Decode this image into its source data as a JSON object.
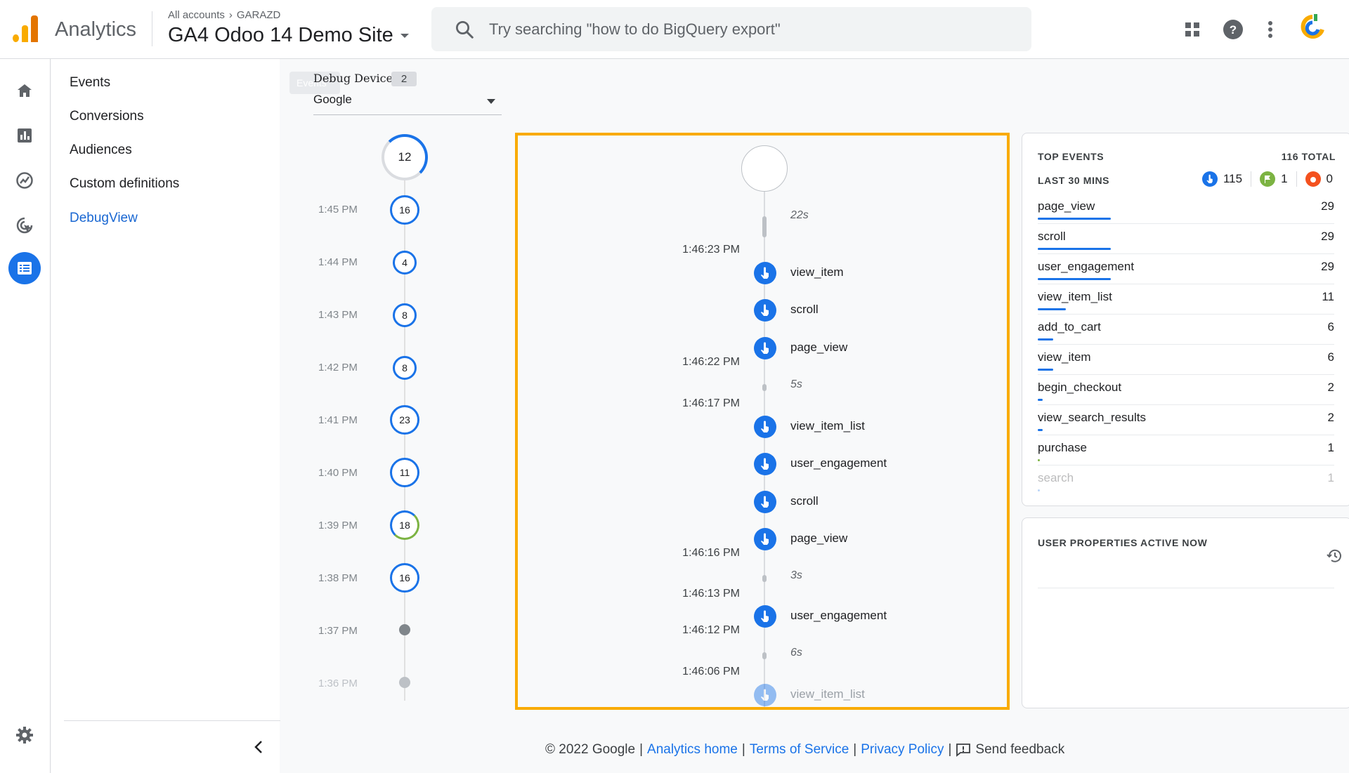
{
  "header": {
    "app_name": "Analytics",
    "breadcrumb_root": "All accounts",
    "breadcrumb_account": "GARAZD",
    "property_name": "GA4 Odoo 14 Demo Site",
    "search_placeholder": "Try searching \"how to do BigQuery export\"",
    "icons": [
      "apps-grid-icon",
      "help-icon",
      "more-vert-icon",
      "account-avatar"
    ]
  },
  "rail": {
    "items": [
      "home-icon",
      "reports-icon",
      "explore-icon",
      "advertising-icon",
      "configure-icon"
    ],
    "settings_icon": "gear-icon"
  },
  "subnav": {
    "items": [
      {
        "label": "Events"
      },
      {
        "label": "Conversions"
      },
      {
        "label": "Audiences"
      },
      {
        "label": "Custom definitions"
      },
      {
        "label": "DebugView"
      }
    ]
  },
  "device": {
    "ghost_label": "Events",
    "label": "Debug Device",
    "count": "2",
    "selected": "Google"
  },
  "minutes": {
    "current": "12",
    "rows": [
      {
        "time": "1:45 PM",
        "count": "16"
      },
      {
        "time": "1:44 PM",
        "count": "4"
      },
      {
        "time": "1:43 PM",
        "count": "8"
      },
      {
        "time": "1:42 PM",
        "count": "8"
      },
      {
        "time": "1:41 PM",
        "count": "23"
      },
      {
        "time": "1:40 PM",
        "count": "11"
      },
      {
        "time": "1:39 PM",
        "count": "18"
      },
      {
        "time": "1:38 PM",
        "count": "16"
      },
      {
        "time": "1:37 PM",
        "count": ""
      },
      {
        "time": "1:36 PM",
        "count": ""
      }
    ]
  },
  "seconds": {
    "gaps": [
      "22s",
      "5s",
      "3s",
      "6s"
    ],
    "times": [
      "1:46:23 PM",
      "1:46:22 PM",
      "1:46:17 PM",
      "1:46:16 PM",
      "1:46:13 PM",
      "1:46:12 PM",
      "1:46:06 PM"
    ],
    "events": [
      "view_item",
      "scroll",
      "page_view",
      "view_item_list",
      "user_engagement",
      "scroll",
      "page_view",
      "user_engagement",
      "view_item_list"
    ]
  },
  "top_events": {
    "title": "TOP EVENTS",
    "total": "116 TOTAL",
    "period": "LAST 30 MINS",
    "legend": {
      "events": "115",
      "conversions": "1",
      "errors": "0"
    },
    "colors": {
      "bar": "#1a73e8",
      "conversion": "#7cb342",
      "error": "#f4511e"
    },
    "rows": [
      {
        "name": "page_view",
        "count": "29",
        "share": 1.0
      },
      {
        "name": "scroll",
        "count": "29",
        "share": 1.0
      },
      {
        "name": "user_engagement",
        "count": "29",
        "share": 1.0
      },
      {
        "name": "view_item_list",
        "count": "11",
        "share": 0.38
      },
      {
        "name": "add_to_cart",
        "count": "6",
        "share": 0.21
      },
      {
        "name": "view_item",
        "count": "6",
        "share": 0.21
      },
      {
        "name": "begin_checkout",
        "count": "2",
        "share": 0.07
      },
      {
        "name": "view_search_results",
        "count": "2",
        "share": 0.07
      },
      {
        "name": "purchase",
        "count": "1",
        "share": 0.03
      },
      {
        "name": "search",
        "count": "1",
        "share": 0.03
      }
    ]
  },
  "user_properties": {
    "title": "USER PROPERTIES ACTIVE NOW",
    "history_icon": "history-icon"
  },
  "footer": {
    "copyright": "© 2022 Google",
    "sep": "|",
    "analytics_home": "Analytics home",
    "terms": "Terms of Service",
    "privacy": "Privacy Policy",
    "feedback": "Send feedback"
  }
}
